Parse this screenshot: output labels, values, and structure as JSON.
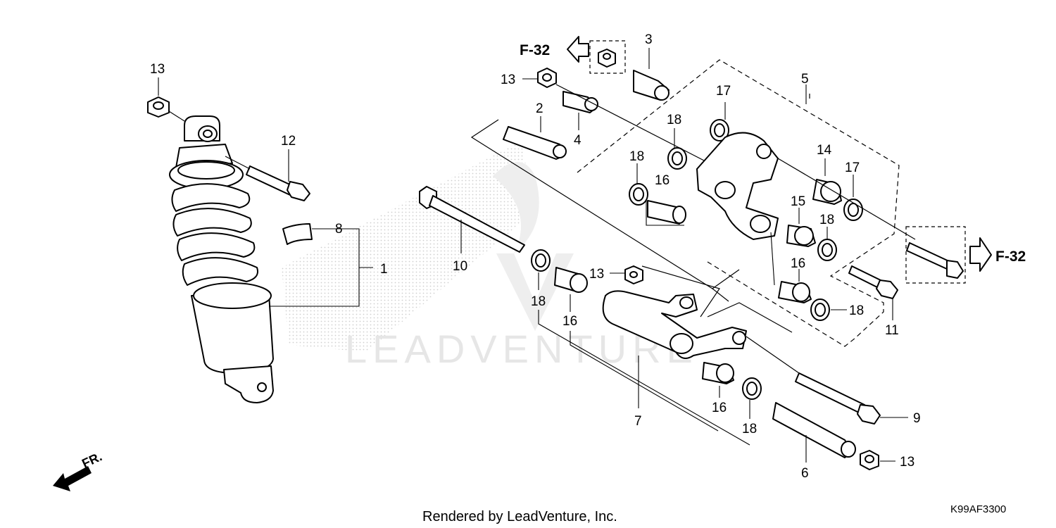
{
  "labels": {
    "p1": "1",
    "p2": "2",
    "p3": "3",
    "p4": "4",
    "p5": "5",
    "p6": "6",
    "p7": "7",
    "p8": "8",
    "p9": "9",
    "p10": "10",
    "p11": "11",
    "p12": "12",
    "p13a": "13",
    "p13b": "13",
    "p13c": "13",
    "p13d": "13",
    "p14": "14",
    "p15": "15",
    "p16a": "16",
    "p16b": "16",
    "p16c": "16",
    "p16d": "16",
    "p17a": "17",
    "p17b": "17",
    "p18a": "18",
    "p18b": "18",
    "p18c": "18",
    "p18d": "18",
    "p18e": "18",
    "p18f": "18",
    "p18g": "18"
  },
  "refs": {
    "left": "F-32",
    "right": "F-32"
  },
  "front_label": "FR.",
  "watermark": "LEADVENTURE",
  "footer": "Rendered by LeadVenture, Inc.",
  "diagram_code": "K99AF3300"
}
